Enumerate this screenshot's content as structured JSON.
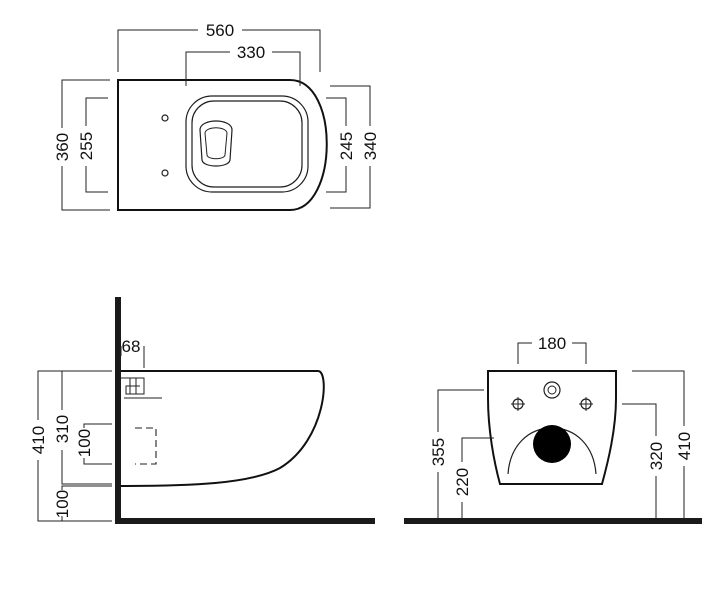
{
  "top_view": {
    "overall_width": "560",
    "seat_width": "330",
    "overall_depth_left": "360",
    "bowl_depth_left": "255",
    "bowl_depth_right": "245",
    "overall_depth_right": "340"
  },
  "side_view": {
    "wall_offset": "68",
    "total_height": "410",
    "bowl_height": "310",
    "fixing_height": "100",
    "floor_gap": "100"
  },
  "front_view": {
    "fixing_spacing": "180",
    "inlet_height": "355",
    "outlet_height": "220",
    "fixing_height_right": "320",
    "total_height_right": "410"
  }
}
